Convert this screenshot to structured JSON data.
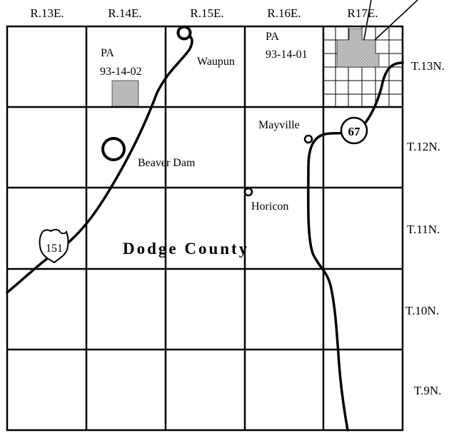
{
  "ranges": [
    "R.13E.",
    "R.14E.",
    "R.15E.",
    "R.16E.",
    "R17E."
  ],
  "townships": [
    "T.13N.",
    "T.12N.",
    "T.11N.",
    "T.10N.",
    "T.9N."
  ],
  "county_name": "Dodge County",
  "places": {
    "waupun": "Waupun",
    "beaver_dam": "Beaver Dam",
    "mayville": "Mayville",
    "horicon": "Horicon"
  },
  "project_areas": {
    "pa1_label": "PA",
    "pa1_id": "93-14-01",
    "pa2_label": "PA",
    "pa2_id": "93-14-02"
  },
  "routes": {
    "us_highway": "151",
    "state_highway": "67"
  },
  "colors": {
    "line": "#000000",
    "shading": "#b8b8b8",
    "background": "#ffffff"
  }
}
